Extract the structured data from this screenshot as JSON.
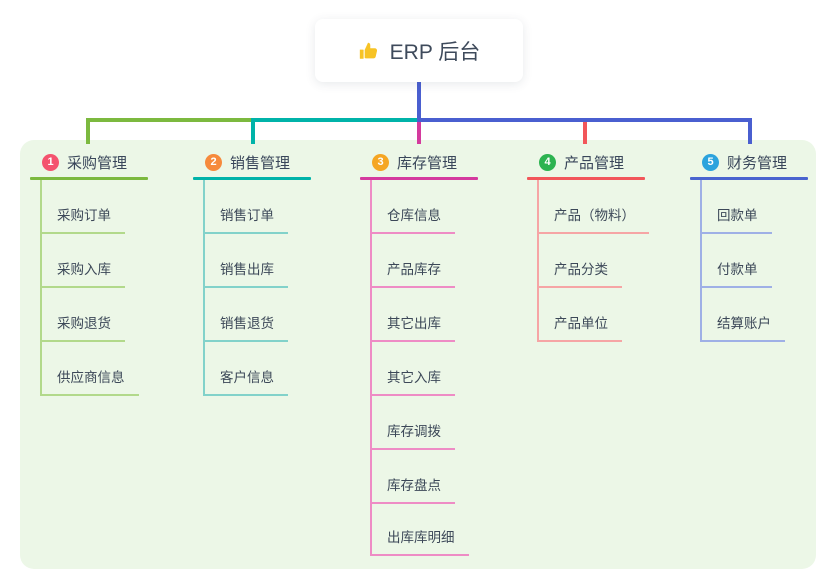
{
  "root": {
    "label": "ERP 后台",
    "icon": "thumbs-up-icon",
    "icon_color": "#f7c325"
  },
  "colors": {
    "panel_bg": "#ecf7e7",
    "stem": "#4a5fd0",
    "text": "#3c4858"
  },
  "branches": [
    {
      "badge": "1",
      "label": "采购管理",
      "badge_color": "#f4536e",
      "line_color": "#7cb93f",
      "child_line_color": "#b2d98b",
      "children": [
        "采购订单",
        "采购入库",
        "采购退货",
        "供应商信息"
      ]
    },
    {
      "badge": "2",
      "label": "销售管理",
      "badge_color": "#f68a3c",
      "line_color": "#00b3a9",
      "child_line_color": "#82d2ca",
      "children": [
        "销售订单",
        "销售出库",
        "销售退货",
        "客户信息"
      ]
    },
    {
      "badge": "3",
      "label": "库存管理",
      "badge_color": "#f5a623",
      "line_color": "#d43a9e",
      "child_line_color": "#ee8cc5",
      "children": [
        "仓库信息",
        "产品库存",
        "其它出库",
        "其它入库",
        "库存调拨",
        "库存盘点",
        "出库库明细"
      ]
    },
    {
      "badge": "4",
      "label": "产品管理",
      "badge_color": "#2cb350",
      "line_color": "#f2565a",
      "child_line_color": "#f6a5a5",
      "children": [
        "产品（物料）",
        "产品分类",
        "产品单位"
      ]
    },
    {
      "badge": "5",
      "label": "财务管理",
      "badge_color": "#2ba3dd",
      "line_color": "#4a64cf",
      "child_line_color": "#9fb0e6",
      "children": [
        "回款单",
        "付款单",
        "结算账户"
      ]
    }
  ]
}
